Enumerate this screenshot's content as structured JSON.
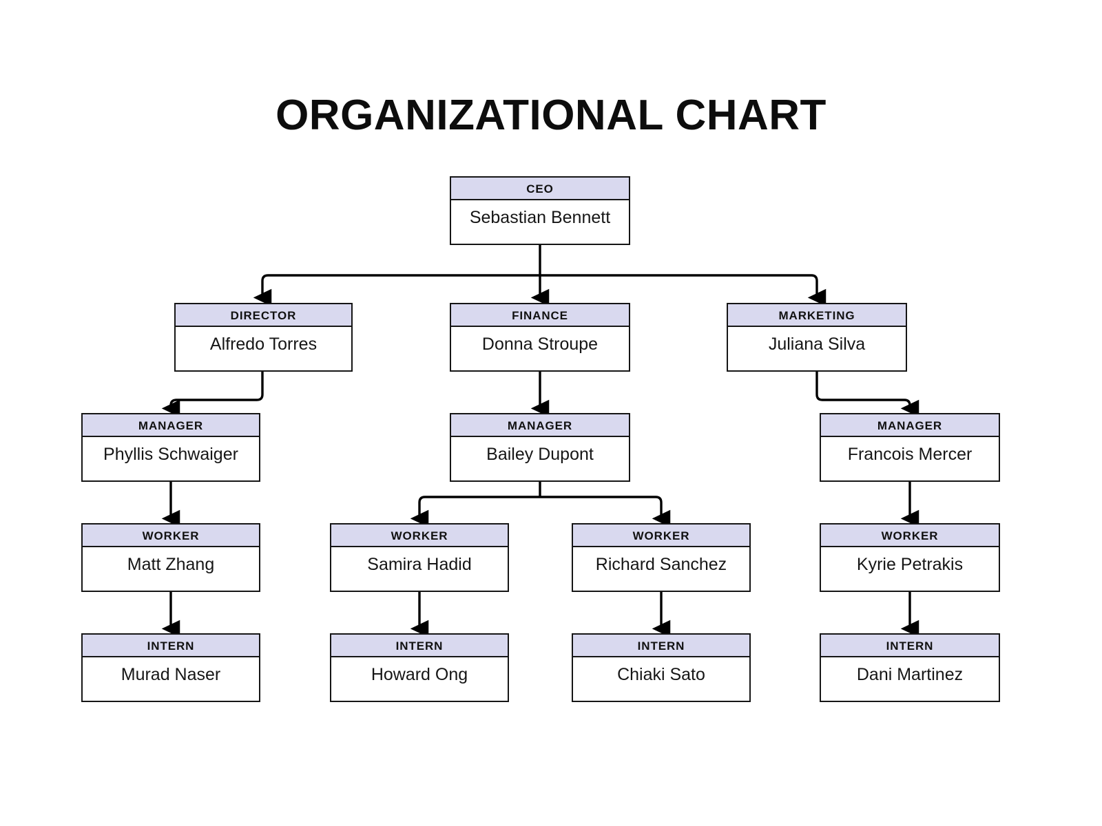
{
  "title": "ORGANIZATIONAL CHART",
  "theme": {
    "page_background": "#ffffff",
    "header_fill": "#d9d9ef",
    "body_fill": "#ffffff",
    "border_color": "#151515",
    "text_color": "#111111",
    "connector_color": "#000000"
  },
  "nodes": {
    "ceo": {
      "role": "CEO",
      "name": "Sebastian Bennett"
    },
    "director": {
      "role": "DIRECTOR",
      "name": "Alfredo Torres"
    },
    "finance": {
      "role": "FINANCE",
      "name": "Donna Stroupe"
    },
    "marketing": {
      "role": "MARKETING",
      "name": "Juliana Silva"
    },
    "manager_left": {
      "role": "MANAGER",
      "name": "Phyllis Schwaiger"
    },
    "manager_center": {
      "role": "MANAGER",
      "name": "Bailey Dupont"
    },
    "manager_right": {
      "role": "MANAGER",
      "name": "Francois Mercer"
    },
    "worker_1": {
      "role": "WORKER",
      "name": "Matt Zhang"
    },
    "worker_2": {
      "role": "WORKER",
      "name": "Samira Hadid"
    },
    "worker_3": {
      "role": "WORKER",
      "name": "Richard Sanchez"
    },
    "worker_4": {
      "role": "WORKER",
      "name": "Kyrie Petrakis"
    },
    "intern_1": {
      "role": "INTERN",
      "name": "Murad Naser"
    },
    "intern_2": {
      "role": "INTERN",
      "name": "Howard Ong"
    },
    "intern_3": {
      "role": "INTERN",
      "name": "Chiaki Sato"
    },
    "intern_4": {
      "role": "INTERN",
      "name": "Dani Martinez"
    }
  },
  "hierarchy": [
    {
      "parent": "ceo",
      "children": [
        "director",
        "finance",
        "marketing"
      ]
    },
    {
      "parent": "director",
      "children": [
        "manager_left"
      ]
    },
    {
      "parent": "finance",
      "children": [
        "manager_center"
      ]
    },
    {
      "parent": "marketing",
      "children": [
        "manager_right"
      ]
    },
    {
      "parent": "manager_left",
      "children": [
        "worker_1"
      ]
    },
    {
      "parent": "manager_center",
      "children": [
        "worker_2",
        "worker_3"
      ]
    },
    {
      "parent": "manager_right",
      "children": [
        "worker_4"
      ]
    },
    {
      "parent": "worker_1",
      "children": [
        "intern_1"
      ]
    },
    {
      "parent": "worker_2",
      "children": [
        "intern_2"
      ]
    },
    {
      "parent": "worker_3",
      "children": [
        "intern_3"
      ]
    },
    {
      "parent": "worker_4",
      "children": [
        "intern_4"
      ]
    }
  ]
}
